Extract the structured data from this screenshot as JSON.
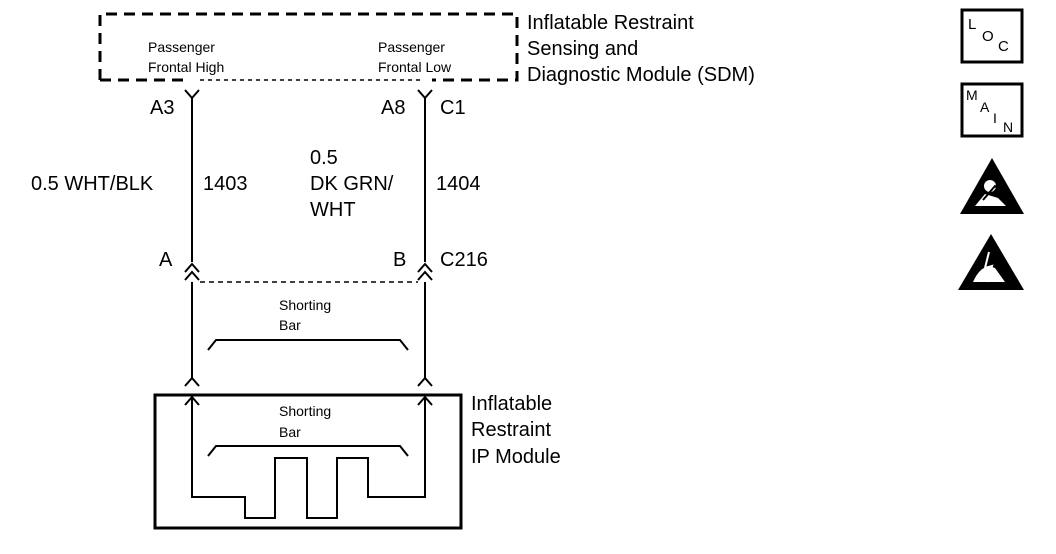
{
  "sdm": {
    "title_lines": [
      "Inflatable Restraint",
      "Sensing and",
      "Diagnostic Module (SDM)"
    ],
    "left_circuit_label": [
      "Passenger",
      "Frontal High"
    ],
    "right_circuit_label": [
      "Passenger",
      "Frontal Low"
    ],
    "pin_left": "A3",
    "pin_right": "A8",
    "connector_right": "C1"
  },
  "wires": {
    "left": {
      "gauge_color": "0.5 WHT/BLK",
      "circuit": "1403"
    },
    "right": {
      "gauge": "0.5",
      "color_line1": "DK GRN/",
      "color_line2": "WHT",
      "circuit": "1404"
    }
  },
  "connector_c216": {
    "pin_left": "A",
    "pin_right": "B",
    "name": "C216",
    "shorting_bar": [
      "Shorting",
      "Bar"
    ]
  },
  "ip_module": {
    "title_lines": [
      "Inflatable",
      "Restraint",
      "IP Module"
    ],
    "shorting_bar": [
      "Shorting",
      "Bar"
    ]
  },
  "side_icons": [
    {
      "name": "loc",
      "letters": [
        "L",
        "O",
        "C"
      ]
    },
    {
      "name": "main",
      "letters": [
        "M",
        "A",
        "I",
        "N"
      ]
    },
    {
      "name": "sir-warning"
    },
    {
      "name": "esd-warning"
    }
  ]
}
